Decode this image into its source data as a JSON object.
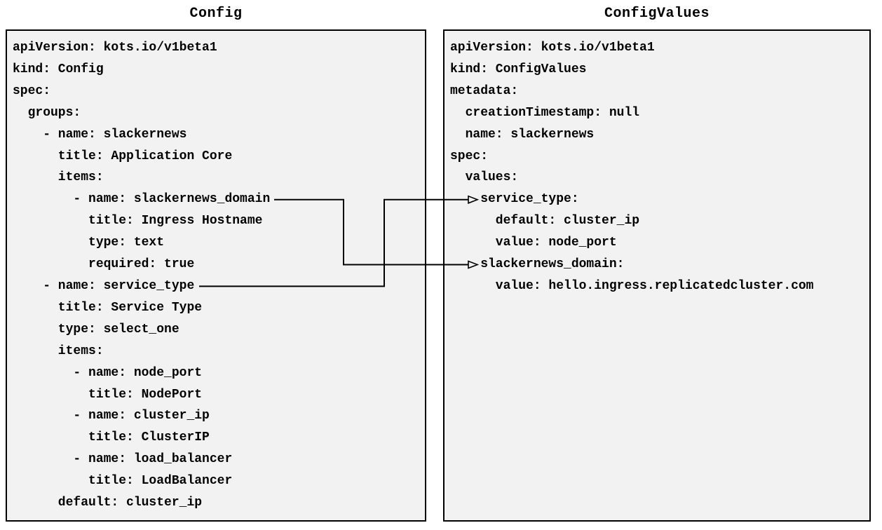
{
  "diagram": {
    "left_panel": {
      "title": "Config",
      "yaml_lines": [
        "apiVersion: kots.io/v1beta1",
        "kind: Config",
        "spec:",
        "  groups:",
        "    - name: slackernews",
        "      title: Application Core",
        "      items:",
        "        - name: slackernews_domain",
        "          title: Ingress Hostname",
        "          type: text",
        "          required: true",
        "    - name: service_type",
        "      title: Service Type",
        "      type: select_one",
        "      items:",
        "        - name: node_port",
        "          title: NodePort",
        "        - name: cluster_ip",
        "          title: ClusterIP",
        "        - name: load_balancer",
        "          title: LoadBalancer",
        "      default: cluster_ip"
      ]
    },
    "right_panel": {
      "title": "ConfigValues",
      "yaml_lines": [
        "apiVersion: kots.io/v1beta1",
        "kind: ConfigValues",
        "metadata:",
        "  creationTimestamp: null",
        "  name: slackernews",
        "spec:",
        "  values:",
        "    service_type:",
        "      default: cluster_ip",
        "      value: node_port",
        "    slackernews_domain:",
        "      value: hello.ingress.replicatedcluster.com"
      ]
    },
    "connections": [
      {
        "from": "Config item slackernews_domain",
        "to": "ConfigValues value slackernews_domain"
      },
      {
        "from": "Config item service_type",
        "to": "ConfigValues value service_type"
      }
    ],
    "colors": {
      "page_background": "#ffffff",
      "panel_background": "#f2f2f2",
      "panel_border": "#000000",
      "text": "#000000",
      "connector": "#000000"
    }
  }
}
